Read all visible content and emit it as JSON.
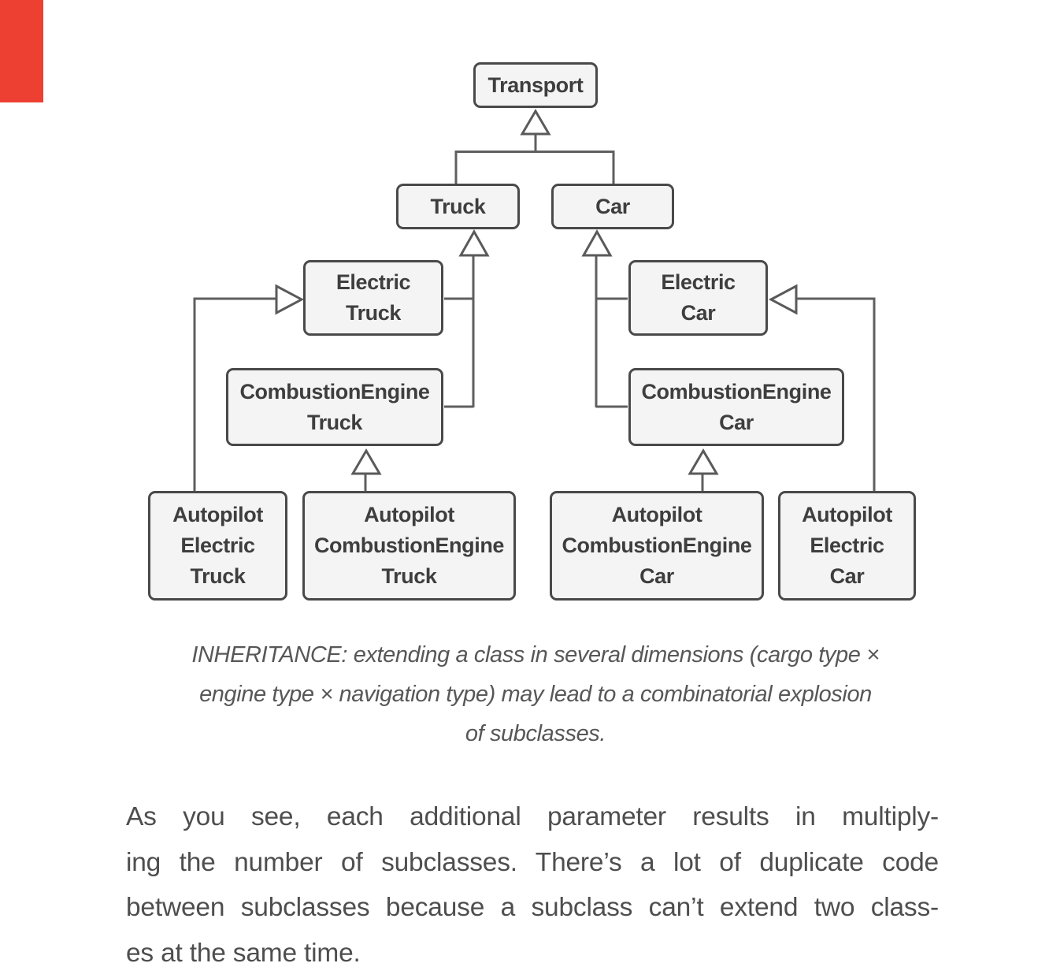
{
  "page": {
    "background": "#ffffff"
  },
  "red_tab": {
    "color": "#ed4033"
  },
  "diagram": {
    "box_fill": "#f4f4f4",
    "box_border": "#494949",
    "line_color": "#5f5f5f",
    "nodes": {
      "transport": {
        "lines": [
          "Transport"
        ]
      },
      "truck": {
        "lines": [
          "Truck"
        ]
      },
      "car": {
        "lines": [
          "Car"
        ]
      },
      "electric_truck": {
        "lines": [
          "Electric",
          "Truck"
        ]
      },
      "electric_car": {
        "lines": [
          "Electric",
          "Car"
        ]
      },
      "combustion_truck": {
        "lines": [
          "CombustionEngine",
          "Truck"
        ]
      },
      "combustion_car": {
        "lines": [
          "CombustionEngine",
          "Car"
        ]
      },
      "autopilot_electric_truck": {
        "lines": [
          "Autopilot",
          "Electric",
          "Truck"
        ]
      },
      "autopilot_combustion_truck": {
        "lines": [
          "Autopilot",
          "CombustionEngine",
          "Truck"
        ]
      },
      "autopilot_combustion_car": {
        "lines": [
          "Autopilot",
          "CombustionEngine",
          "Car"
        ]
      },
      "autopilot_electric_car": {
        "lines": [
          "Autopilot",
          "Electric",
          "Car"
        ]
      }
    }
  },
  "caption": {
    "lines": [
      "INHERITANCE: extending a class in several dimensions (cargo type ×",
      "engine type × navigation type) may lead to a combinatorial explosion",
      "of subclasses."
    ]
  },
  "body": {
    "lines": [
      "As you see, each additional parameter results in multiply-",
      "ing the number of subclasses. There’s a lot of duplicate code",
      "between subclasses because a subclass can’t extend two class-",
      "es at the same time."
    ]
  }
}
